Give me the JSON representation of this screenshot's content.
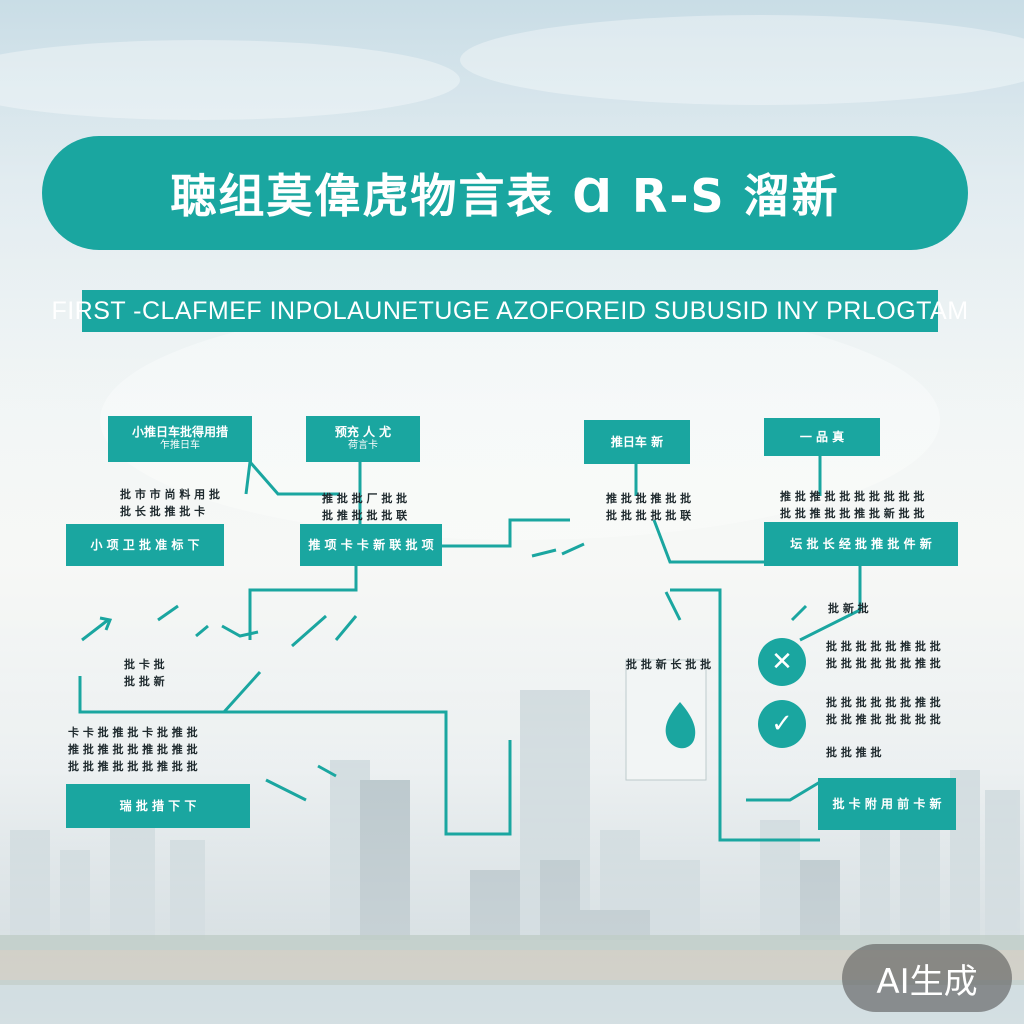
{
  "title": "聴组莫偉虎物言表 Ɑ R-S 溜新",
  "subtitle": "FIRST -CLAFMEF INPOLAUNETUGE AZOFOREID SUBUSID INY PRLOGTAM",
  "boxes": {
    "b1": [
      "小推日车批得用措",
      "乍推日车"
    ],
    "b2": [
      "预充 人 尤",
      "荷言卡"
    ],
    "b3": "推日车 新",
    "b4": "一 品 真",
    "b5": "小 项 卫 批 准 标 下",
    "b6": "推 项 卡 卡 新 联 批 项",
    "b7": "坛 批 长 经 批 推 批 件 新",
    "b8": "瑞 批 措 下 下",
    "b9": "批 卡 附 用 前 卡 新"
  },
  "notes": {
    "n1": [
      "批 市 市 尚 料 用 批",
      "批 长 批 推 批 卡"
    ],
    "n2": [
      "推 批 批 厂 批 批",
      "批 推 批 批 批 联"
    ],
    "n3": [
      "推 批 批 推 批 批",
      "批 批 批 批 批 联"
    ],
    "n4": [
      "推 批 推 批 批 批 批 批 批 批",
      "批 批 推 批 批 推 批 新 批 批"
    ],
    "n5": [
      "批 新 批"
    ],
    "n6": [
      "批 卡 批",
      "批 批 新"
    ],
    "n7": [
      "卡 卡 批 推 批 卡 批 推 批",
      "推 批 推 批 批 推 批 推 批",
      "批 批 推 批 批 批 推 批 批"
    ],
    "n8": [
      "批 批 新 长 批 批"
    ],
    "n9": [
      "批 批 批 批 批 推 批 批",
      "批 批 批 批 批 批 推 批"
    ],
    "n10": [
      "批 批 批 批 批 批 推 批",
      "批 批 推 批 批 批 批 批"
    ],
    "n11": [
      "批 批 推 批"
    ]
  },
  "circles": {
    "c1": "✕",
    "c2": "✓"
  },
  "badge": "AI生成",
  "colors": {
    "teal": "#1aa6a0",
    "sky": "#dfeaef"
  }
}
